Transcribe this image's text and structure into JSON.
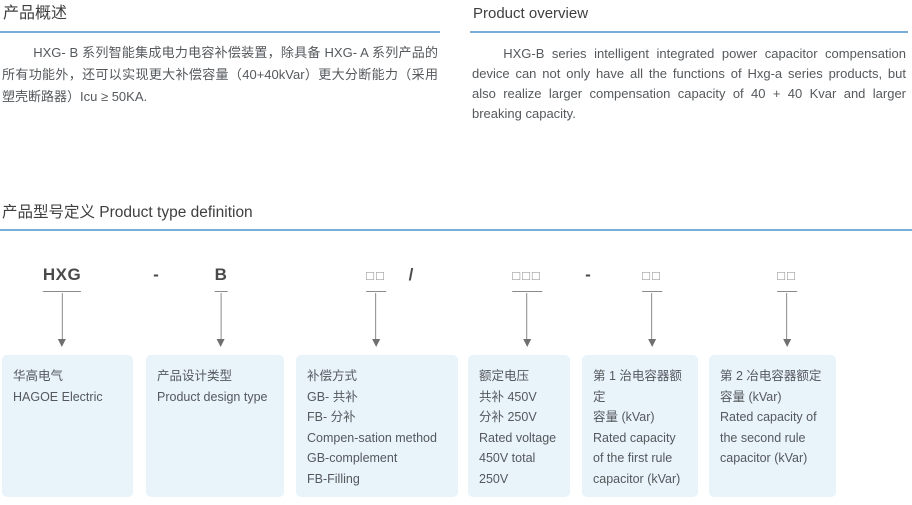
{
  "overview_zh": {
    "title": "产品概述",
    "body": "HXG- B 系列智能集成电力电容补偿装置，除具备 HXG- A 系列产品的所有功能外，还可以实现更大补偿容量（40+40kVar）更大分断能力（采用塑壳断路器）Icu ≥ 50KA."
  },
  "overview_en": {
    "title": "Product overview",
    "body": "HXG-B series intelligent integrated power capacitor compensation device can not only have all the functions of Hxg-a series products, but also realize larger compensation capacity of 40 + 40 Kvar and larger breaking capacity."
  },
  "type_definition": {
    "title": "产品型号定义 Product type definition",
    "code_tokens": [
      {
        "id": "brand",
        "text": "HXG"
      },
      {
        "id": "design-type",
        "text": "B"
      },
      {
        "id": "compensation-method",
        "text": "□□"
      },
      {
        "id": "rated-voltage",
        "text": "□□□"
      },
      {
        "id": "first-capacity",
        "text": "□□"
      },
      {
        "id": "second-capacity",
        "text": "□□"
      }
    ],
    "separators": [
      "-",
      "/",
      "-"
    ],
    "boxes": [
      {
        "id": "brand",
        "text": "华高电气\nHAGOE Electric"
      },
      {
        "id": "design-type",
        "text": "产品设计类型\nProduct design type"
      },
      {
        "id": "compensation-method",
        "text": "补偿方式\nGB- 共补\nFB- 分补\nCompen-sation method\nGB-complement\nFB-Filling"
      },
      {
        "id": "rated-voltage",
        "text": "额定电压\n共补 450V\n分补 250V\nRated voltage\n450V total\n250V"
      },
      {
        "id": "first-capacity",
        "text": "第 1 治电容器额定\n容量 (kVar)\nRated capacity\nof the first rule\ncapacitor (kVar)"
      },
      {
        "id": "second-capacity",
        "text": "第 2 冶电容器额定\n容量 (kVar)\nRated capacity of\nthe second rule\ncapacitor (kVar)"
      }
    ]
  },
  "colors": {
    "accent_blue": "#7aaed8",
    "box_background": "#e8f3fa",
    "heading_text": "#3f3f3f",
    "body_text": "#55595c"
  }
}
